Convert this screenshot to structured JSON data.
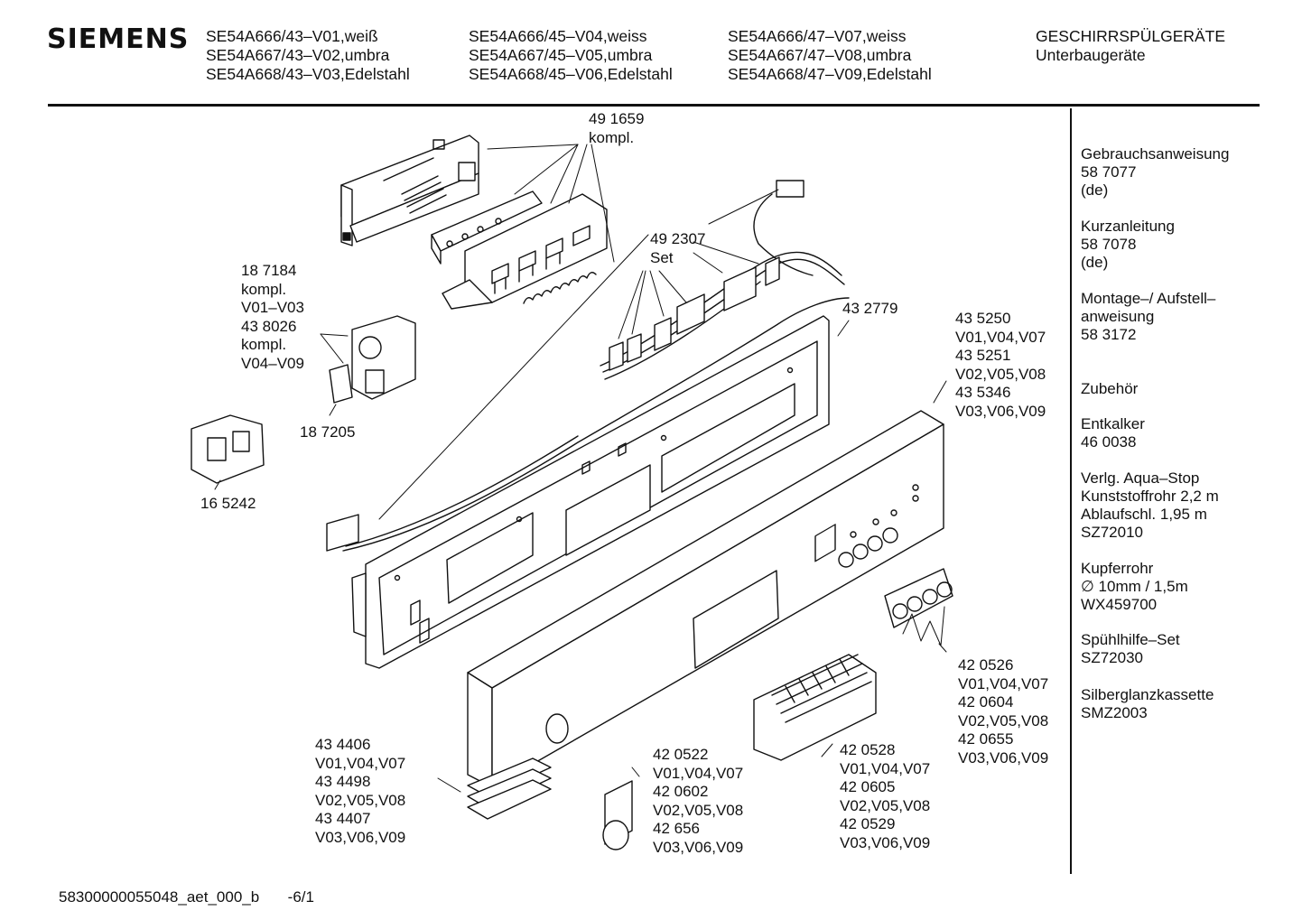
{
  "header": {
    "brand": "SIEMENS",
    "models": [
      [
        "SE54A666/43–V01,weiß",
        "SE54A667/43–V02,umbra",
        "SE54A668/43–V03,Edelstahl"
      ],
      [
        "SE54A666/45–V04,weiss",
        "SE54A667/45–V05,umbra",
        "SE54A668/45–V06,Edelstahl"
      ],
      [
        "SE54A666/47–V07,weiss",
        "SE54A667/47–V08,umbra",
        "SE54A668/47–V09,Edelstahl"
      ]
    ],
    "category": "GESCHIRRSPÜLGERÄTE",
    "subcategory": "Unterbaugeräte"
  },
  "sidebar": [
    [
      "Gebrauchsanweisung",
      "58 7077",
      "(de)"
    ],
    [
      "Kurzanleitung",
      "58 7078",
      "(de)"
    ],
    [
      "Montage–/ Aufstell–",
      "anweisung",
      "58 3172"
    ],
    [
      "Zubehör"
    ],
    [
      "Entkalker",
      "46 0038"
    ],
    [
      "Verlg. Aqua–Stop",
      "Kunststoffrohr 2,2 m",
      "Ablaufschl. 1,95 m",
      "SZ72010"
    ],
    [
      "Kupferrohr",
      "∅ 10mm / 1,5m",
      "WX459700"
    ],
    [
      "Spühlhilfe–Set",
      "SZ72030"
    ],
    [
      "Silberglanzkassette",
      "SMZ2003"
    ]
  ],
  "parts": [
    [
      "49 1659",
      "kompl."
    ],
    [
      "49 2307",
      "Set"
    ],
    [
      "18 7184",
      "kompl.",
      "V01–V03",
      "43 8026",
      "kompl.",
      "V04–V09"
    ],
    [
      "18 7205"
    ],
    [
      "16 5242"
    ],
    [
      "43 2779"
    ],
    [
      "43 5250",
      "V01,V04,V07",
      "43 5251",
      "V02,V05,V08",
      "43 5346",
      "V03,V06,V09"
    ],
    [
      "42 0526",
      "V01,V04,V07",
      "42 0604",
      "V02,V05,V08",
      "42 0655",
      "V03,V06,V09"
    ],
    [
      "43 4406",
      "V01,V04,V07",
      "43 4498",
      "V02,V05,V08",
      "43 4407",
      "V03,V06,V09"
    ],
    [
      "42 0522",
      "V01,V04,V07",
      "42 0602",
      "V02,V05,V08",
      "42 656",
      "V03,V06,V09"
    ],
    [
      "42 0528",
      "V01,V04,V07",
      "42 0605",
      "V02,V05,V08",
      "42 0529",
      "V03,V06,V09"
    ]
  ],
  "footer": {
    "doc_id": "58300000055048_aet_000_b",
    "page": "-6/1"
  }
}
